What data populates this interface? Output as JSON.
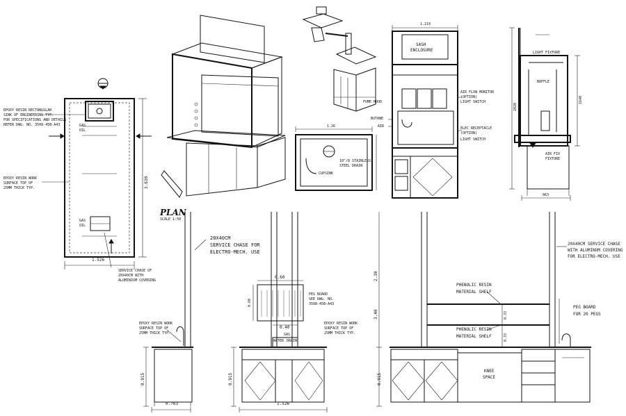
{
  "plan": {
    "title": "PLAN",
    "scale": "SCALE 1:50",
    "epoxy_rect": [
      "EPOXY RESIN RECTANGULAR",
      "SINK OF ENGINEERING TYP.",
      "FOR SPECIFICATIONS AND DETAILS",
      "REFER DWG. NO. 3508-45B-A43"
    ],
    "epoxy_work": [
      "EPOXY RESIN WORK",
      "SURFACE TOP OF",
      "25MM THICK TYP."
    ],
    "chase": [
      "SERVICE CHASE OF",
      "20X40CM WITH",
      "ALUMINIUM COVERING"
    ],
    "width": "1.526",
    "height": "3.630",
    "gas_labels": [
      "GAS",
      "OIL",
      "GAS",
      "OIL"
    ]
  },
  "fume_hood": {
    "label": "FUME HOOD",
    "sash": [
      "SASH",
      "ENCLOSURE"
    ],
    "airflow": [
      "AIR FLOW MONITOR",
      "(OPTION)"
    ],
    "light_switch": "LIGHT SWITCH",
    "butane": "BUTANE",
    "air": "AIR",
    "elec": [
      "ELEC RECEPTACLE",
      "(OPTION)"
    ],
    "light_switch2": "LIGHT SWITCH",
    "dim_top": "1.219",
    "light_fixture": "LIGHT FIXTURE",
    "baffle": "BAFFLE",
    "air_fix": [
      "AIR FIX",
      "FIXTURE"
    ],
    "dim_side": [
      "2020",
      "1640"
    ],
    "dim_base": "863"
  },
  "sink_view": {
    "dim_top": "1.26",
    "label": "CUPSINK",
    "label2": [
      "10\"/8 STAINLESS",
      "STEEL DRAIN"
    ]
  },
  "elev1": {
    "chase": [
      "20X40CM",
      "SERVICE CHASE FOR",
      "ELECTRO-MECH. USE"
    ],
    "epoxy": [
      "EPOXY RESIN WORK",
      "SURFACE TOP OF",
      "25MM THICK TYP."
    ],
    "width": "0.763",
    "height": "0.915"
  },
  "elev2": {
    "pegboard": [
      "PEG BOARD",
      "SEE DWG. NO.",
      "3508-45B-A43"
    ],
    "epoxy": [
      "EPOXY RESIN WORK",
      "SURFACE TOP OF",
      "25MM THICK TYP."
    ],
    "dim_peg_w": "0.60",
    "dim_peg_h": "0.60",
    "dim_sink": "0.40",
    "gas_labels": [
      "WATER",
      "GAS",
      "DRAIN"
    ],
    "width": "1.526",
    "height": "0.915"
  },
  "elev3": {
    "chase": [
      "20X40CM SERVICE CHASE",
      "WITH ALUMINUM COVERING",
      "FOR ELECTRO-MECH. USE"
    ],
    "shelf1": [
      "PHENOLIC RESIN",
      "MATERIAL SHELF"
    ],
    "shelf2": [
      "PHENOLIC RESIN",
      "MATERIAL SHELF"
    ],
    "pegboard": [
      "PEG BOARD",
      "FOR 20 PEGS"
    ],
    "knee": [
      "KNEE",
      "SPACE"
    ],
    "dim_total": "3.40",
    "dim_upper": "2.30",
    "dim_shelf": "0.33",
    "dim_shelf2": "0.33",
    "height": "0.915"
  }
}
